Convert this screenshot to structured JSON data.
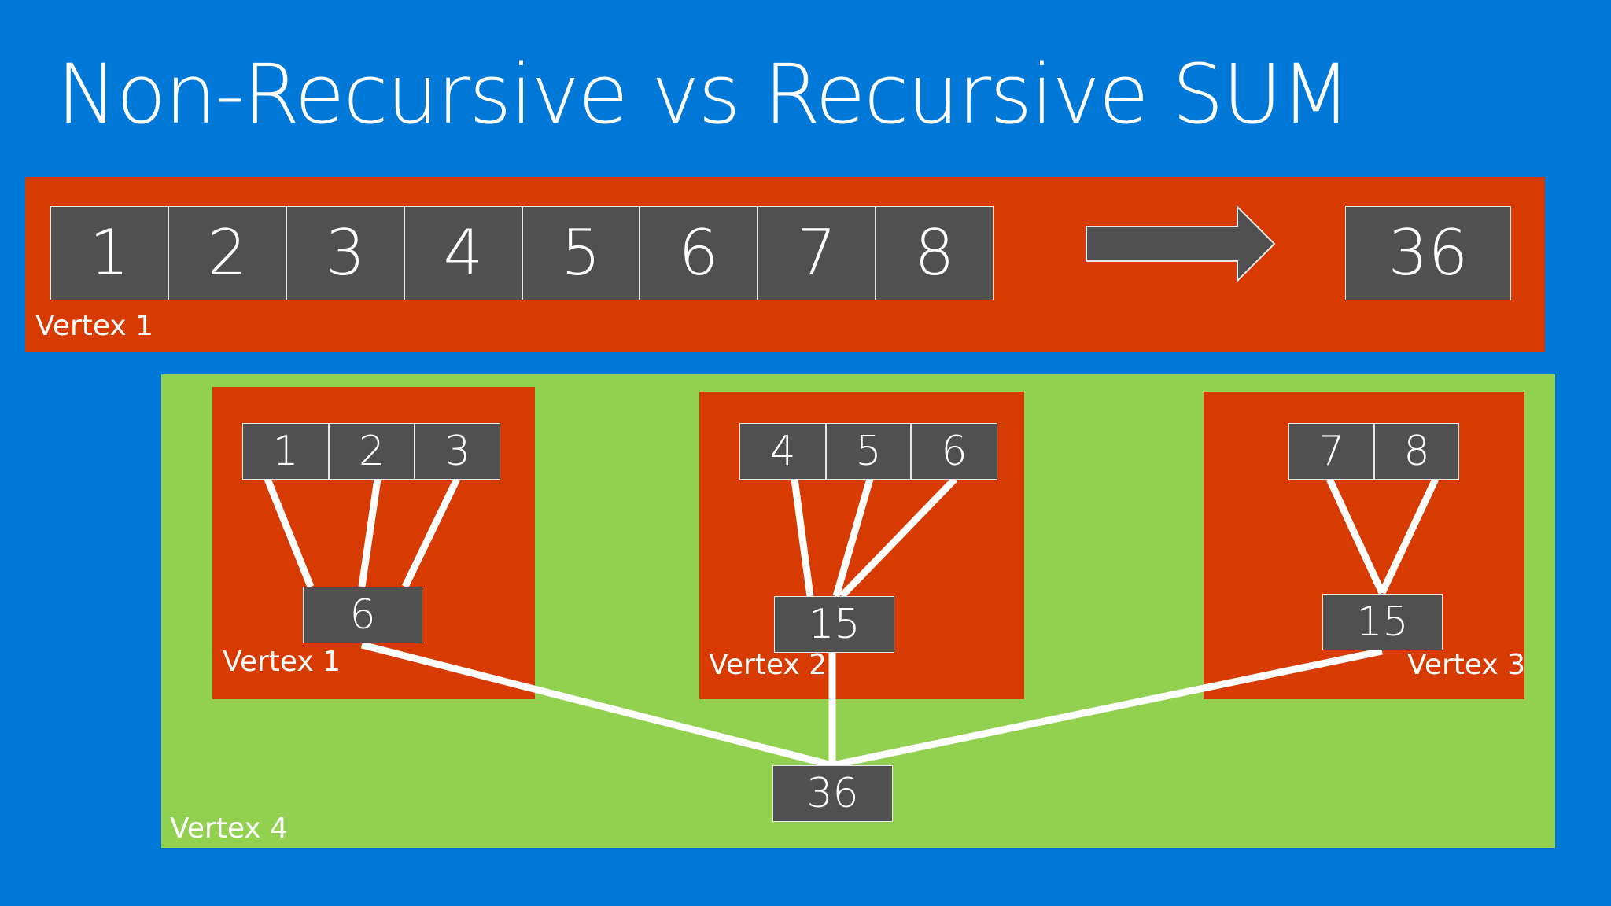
{
  "title": "Non-Recursive vs Recursive SUM",
  "non_recursive": {
    "values": [
      "1",
      "2",
      "3",
      "4",
      "5",
      "6",
      "7",
      "8"
    ],
    "result": "36",
    "vertex_label": "Vertex 1"
  },
  "recursive": {
    "groups": [
      {
        "values": [
          "1",
          "2",
          "3"
        ],
        "sum": "6",
        "vertex_label": "Vertex 1"
      },
      {
        "values": [
          "4",
          "5",
          "6"
        ],
        "sum": "15",
        "vertex_label": "Vertex 2"
      },
      {
        "values": [
          "7",
          "8"
        ],
        "sum": "15",
        "vertex_label": "Vertex 3"
      }
    ],
    "total": "36",
    "vertex_label": "Vertex 4"
  },
  "colors": {
    "background": "#0078D7",
    "vertex_panel": "#D83B01",
    "aggregation_panel": "#92D050",
    "cell": "#505050"
  }
}
